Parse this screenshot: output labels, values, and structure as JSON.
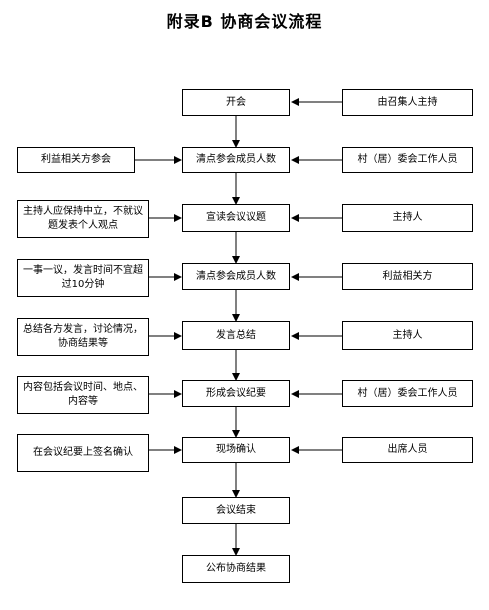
{
  "title": "附录B  协商会议流程",
  "main_steps": [
    "开会",
    "清点参会成员人数",
    "宣读会议议题",
    "清点参会成员人数",
    "发言总结",
    "形成会议纪要",
    "现场确认",
    "会议结束",
    "公布协商结果"
  ],
  "left_notes": [
    "利益相关方参会",
    "主持人应保持中立，不就议题发表个人观点",
    "一事一议，发言时间不宜超过10分钟",
    "总结各方发言，讨论情况，协商结果等",
    "内容包括会议时间、地点、内容等",
    "在会议纪要上签名确认"
  ],
  "right_notes": [
    "由召集人主持",
    "村（居）委会工作人员",
    "主持人",
    "利益相关方",
    "主持人",
    "村（居）委会工作人员",
    "出席人员"
  ]
}
